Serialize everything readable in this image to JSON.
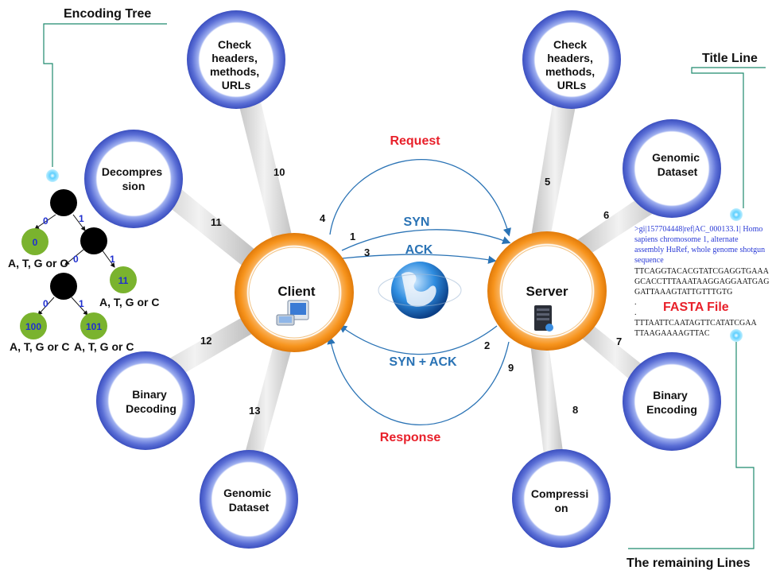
{
  "client": {
    "label": "Client"
  },
  "server": {
    "label": "Server"
  },
  "client_nodes": {
    "check_headers": [
      "Check",
      "headers,",
      "methods,",
      "URLs"
    ],
    "decompression": [
      "Decompres",
      "sion"
    ],
    "binary_decoding": [
      "Binary",
      "Decoding"
    ],
    "genomic_dataset": [
      "Genomic",
      "Dataset"
    ]
  },
  "server_nodes": {
    "check_headers": [
      "Check",
      "headers,",
      "methods,",
      "URLs"
    ],
    "genomic_dataset": [
      "Genomic",
      "Dataset"
    ],
    "binary_encoding": [
      "Binary",
      "Encoding"
    ],
    "compression": [
      "Compressi",
      "on"
    ]
  },
  "steps": {
    "s1": "1",
    "s2": "2",
    "s3": "3",
    "s4": "4",
    "s5": "5",
    "s6": "6",
    "s7": "7",
    "s8": "8",
    "s9": "9",
    "s10": "10",
    "s11": "11",
    "s12": "12",
    "s13": "13"
  },
  "messages": {
    "request": "Request",
    "syn": "SYN",
    "ack": "ACK",
    "syn_ack": "SYN + ACK",
    "response": "Response"
  },
  "encoding_tree": {
    "title": "Encoding Tree",
    "edge_labels": [
      "0",
      "1",
      "0",
      "1",
      "0",
      "1"
    ],
    "leaves": [
      "0",
      "11",
      "100",
      "101"
    ],
    "leaf_caption": "A, T, G or C"
  },
  "fasta": {
    "title_line_label": "Title Line",
    "header_lines": [
      ">gi|157704448|ref|AC_000133.1| Homo",
      "sapiens chromosome 1, alternate",
      "assembly HuRef, whole genome shotgun",
      "sequence"
    ],
    "sequence_lines_top": [
      "TTCAGGTACACGTATCGAGGTGAAA",
      "GCACCTTTAAATAAGGAGGAATGAG",
      "GATTAAAGTATTGTTTGTG"
    ],
    "file_label": "FASTA File",
    "ellipsis": ".",
    "sequence_lines_bottom": [
      "TTTAATTCAATAGTTCATATCGAA",
      "TTAAGAAAAGTTAC"
    ],
    "remaining_lines_label": "The remaining Lines"
  },
  "colors": {
    "accent_orange": "#f7941d",
    "ring_blue": "#5b6fd6",
    "arrow_blue": "#2a73b5",
    "label_red": "#e8202a",
    "label_blue": "#2a73b5",
    "leaf_green": "#7ab32e",
    "tree_line": "#1e8a6e",
    "fasta_header_blue": "#2b3bd6"
  },
  "icons": {
    "client": "computer-icon",
    "server": "server-tower-icon",
    "center": "globe-icon"
  }
}
